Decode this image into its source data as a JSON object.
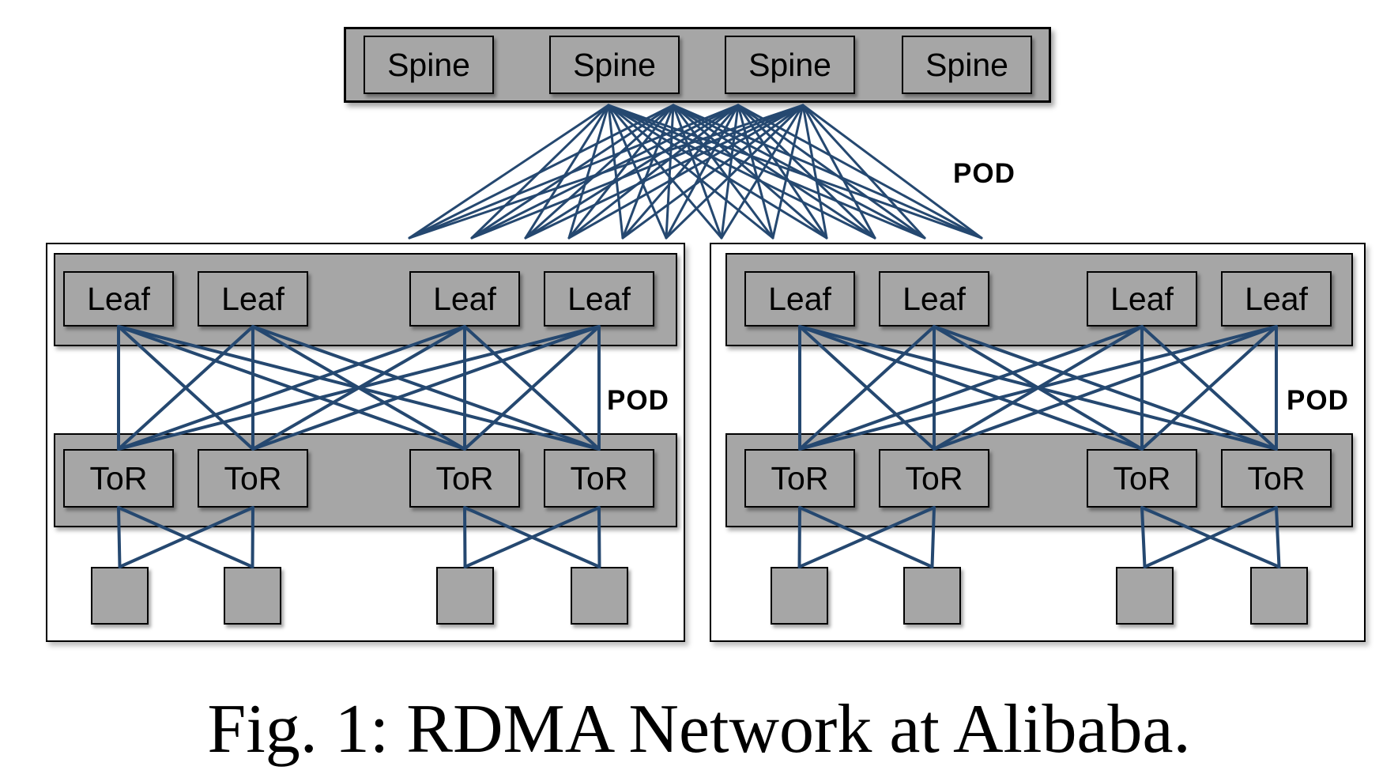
{
  "figure": {
    "caption": "Fig. 1: RDMA Network at Alibaba."
  },
  "topology": {
    "fan_label": "POD",
    "spines": [
      "Spine",
      "Spine",
      "Spine",
      "Spine"
    ],
    "pods": [
      {
        "label": "POD",
        "leaves": [
          "Leaf",
          "Leaf",
          "Leaf",
          "Leaf"
        ],
        "tors": [
          "ToR",
          "ToR",
          "ToR",
          "ToR"
        ],
        "server_count": 4
      },
      {
        "label": "POD",
        "leaves": [
          "Leaf",
          "Leaf",
          "Leaf",
          "Leaf"
        ],
        "tors": [
          "ToR",
          "ToR",
          "ToR",
          "ToR"
        ],
        "server_count": 4
      }
    ]
  },
  "colors": {
    "node_fill": "#a6a6a6",
    "node_border": "#000000",
    "link": "#254870",
    "background": "#ffffff"
  }
}
